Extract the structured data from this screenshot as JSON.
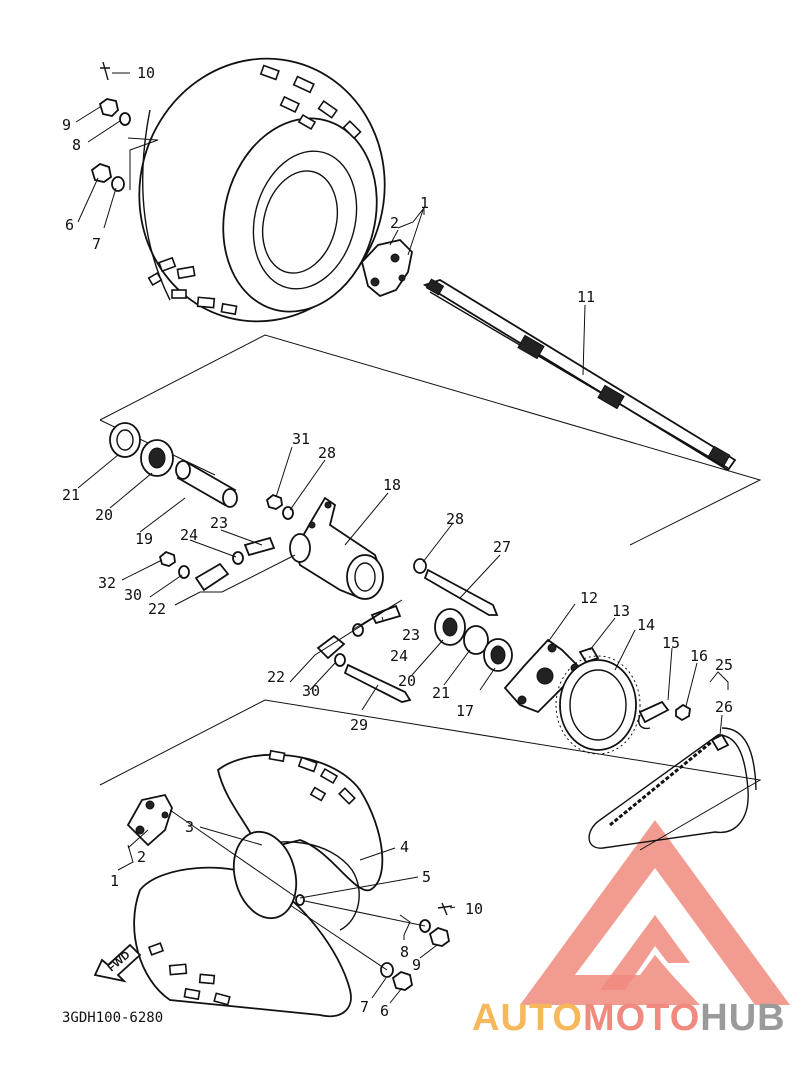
{
  "diagram_code": "3GDH100-6280",
  "fwd_label": "FWD",
  "watermark": {
    "auto": "AUTO",
    "moto": "MOTO",
    "hub": "HUB",
    "color_red": "#f08a7e",
    "color_orange": "#f6b85a",
    "color_gray": "#9a9a9a"
  },
  "callouts": [
    {
      "id": "c10a",
      "text": "10"
    },
    {
      "id": "c9a",
      "text": "9"
    },
    {
      "id": "c8a",
      "text": "8"
    },
    {
      "id": "c6a",
      "text": "6"
    },
    {
      "id": "c7a",
      "text": "7"
    },
    {
      "id": "c2a",
      "text": "2"
    },
    {
      "id": "c1a",
      "text": "1"
    },
    {
      "id": "c11",
      "text": "11"
    },
    {
      "id": "c21a",
      "text": "21"
    },
    {
      "id": "c20a",
      "text": "20"
    },
    {
      "id": "c19",
      "text": "19"
    },
    {
      "id": "c31",
      "text": "31"
    },
    {
      "id": "c28a",
      "text": "28"
    },
    {
      "id": "c18",
      "text": "18"
    },
    {
      "id": "c23a",
      "text": "23"
    },
    {
      "id": "c24a",
      "text": "24"
    },
    {
      "id": "c32",
      "text": "32"
    },
    {
      "id": "c30a",
      "text": "30"
    },
    {
      "id": "c22a",
      "text": "22"
    },
    {
      "id": "c28b",
      "text": "28"
    },
    {
      "id": "c27",
      "text": "27"
    },
    {
      "id": "c12",
      "text": "12"
    },
    {
      "id": "c13",
      "text": "13"
    },
    {
      "id": "c14",
      "text": "14"
    },
    {
      "id": "c15",
      "text": "15"
    },
    {
      "id": "c16",
      "text": "16"
    },
    {
      "id": "c25",
      "text": "25"
    },
    {
      "id": "c26",
      "text": "26"
    },
    {
      "id": "c23b",
      "text": "23"
    },
    {
      "id": "c24b",
      "text": "24"
    },
    {
      "id": "c22b",
      "text": "22"
    },
    {
      "id": "c30b",
      "text": "30"
    },
    {
      "id": "c20b",
      "text": "20"
    },
    {
      "id": "c21b",
      "text": "21"
    },
    {
      "id": "c17",
      "text": "17"
    },
    {
      "id": "c29",
      "text": "29"
    },
    {
      "id": "c3",
      "text": "3"
    },
    {
      "id": "c4",
      "text": "4"
    },
    {
      "id": "c5",
      "text": "5"
    },
    {
      "id": "c2b",
      "text": "2"
    },
    {
      "id": "c1b",
      "text": "1"
    },
    {
      "id": "c8b",
      "text": "8"
    },
    {
      "id": "c10b",
      "text": "10"
    },
    {
      "id": "c9b",
      "text": "9"
    },
    {
      "id": "c7b",
      "text": "7"
    },
    {
      "id": "c6b",
      "text": "6"
    }
  ]
}
